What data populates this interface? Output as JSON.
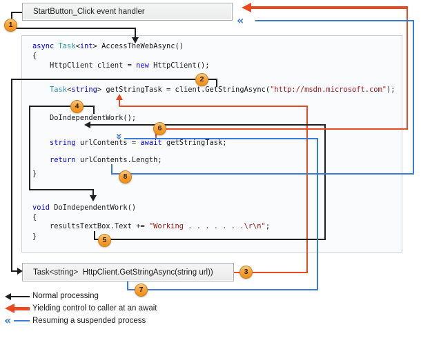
{
  "boxes": {
    "start_handler": "StartButton_Click event handler",
    "get_string_async": "Task<string>  HttpClient.GetStringAsync(string url))"
  },
  "steps": [
    "1",
    "2",
    "3",
    "4",
    "5",
    "6",
    "7",
    "8"
  ],
  "code": {
    "access_method": [
      [
        [
          "async ",
          "k"
        ],
        [
          "Task",
          "t"
        ],
        [
          "<"
        ],
        [
          "int",
          "k"
        ],
        [
          ">"
        ],
        [
          " AccessTheWebAsync()"
        ]
      ],
      [
        [
          "{"
        ]
      ],
      [
        [
          "    HttpClient client = "
        ],
        [
          "new",
          "k"
        ],
        [
          " HttpClient();"
        ]
      ],
      [
        [
          "    "
        ],
        [
          "Task",
          "t"
        ],
        [
          "<"
        ],
        [
          "string",
          "k"
        ],
        [
          "> getStringTask = client.GetStringAsync("
        ],
        [
          "\"http://msdn.microsoft.com\"",
          "s"
        ],
        [
          ");"
        ]
      ],
      [
        [
          "    DoIndependentWork();"
        ]
      ],
      [
        [
          "    "
        ],
        [
          "string",
          "k"
        ],
        [
          " urlContents = "
        ],
        [
          "await",
          "k"
        ],
        [
          " getStringTask;"
        ]
      ],
      [
        [
          "    "
        ],
        [
          "return",
          "k"
        ],
        [
          " urlContents.Length;"
        ]
      ],
      [
        [
          "}"
        ]
      ]
    ],
    "do_work_method": [
      [
        [
          "void",
          "k"
        ],
        [
          " DoIndependentWork()"
        ]
      ],
      [
        [
          "{"
        ]
      ],
      [
        [
          "    resultsTextBox.Text += "
        ],
        [
          "\"Working . . . . . . .\\r\\n\"",
          "s"
        ],
        [
          ";"
        ]
      ],
      [
        [
          "}"
        ]
      ]
    ]
  },
  "legend": [
    {
      "label": "Normal processing"
    },
    {
      "label": "Yielding control to caller at an await"
    },
    {
      "label": "Resuming a suspended process"
    }
  ],
  "icons": {
    "resume_chevrons": "«"
  },
  "colors": {
    "normal_processing": "#1f1f1f",
    "yield_arrow": "#e84b22",
    "resume_arrow": "#3b7bd8",
    "step_badge": "#f5a43a",
    "keyword": "#0000e6",
    "type_name": "#2b91af",
    "string_literal": "#a31515"
  }
}
